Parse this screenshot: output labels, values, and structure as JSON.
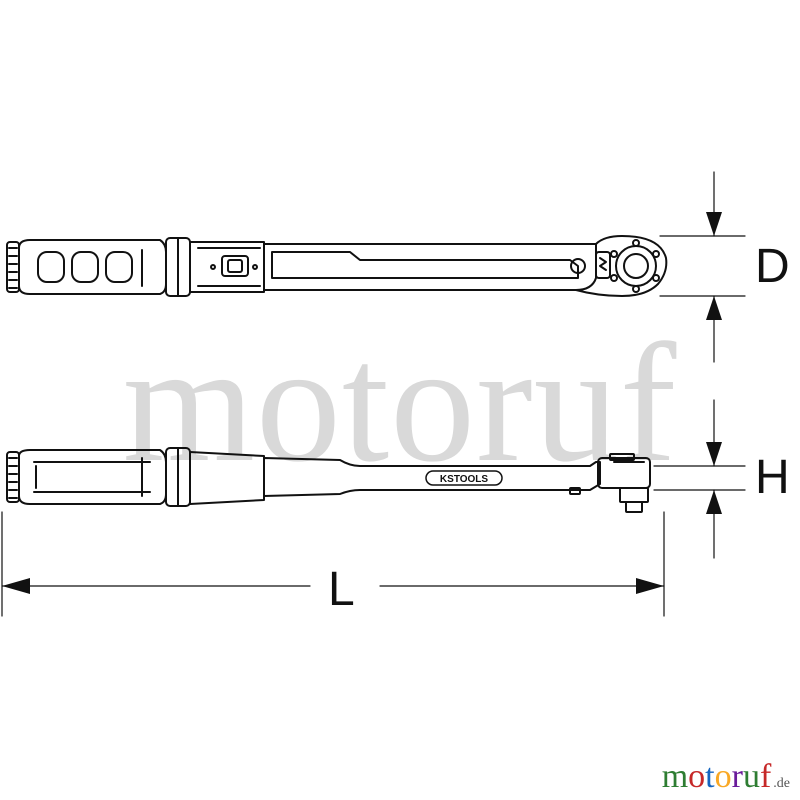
{
  "watermark": {
    "text": "motoruf"
  },
  "brand": {
    "letters": [
      {
        "ch": "m",
        "color": "#2e7d32"
      },
      {
        "ch": "o",
        "color": "#c62828"
      },
      {
        "ch": "t",
        "color": "#1565c0"
      },
      {
        "ch": "o",
        "color": "#f9a825"
      },
      {
        "ch": "r",
        "color": "#6a1b9a"
      },
      {
        "ch": "u",
        "color": "#2e7d32"
      },
      {
        "ch": "f",
        "color": "#c62828"
      }
    ],
    "tld": ".de"
  },
  "dimensions": {
    "d_label": "D",
    "h_label": "H",
    "l_label": "L"
  },
  "logo": {
    "text": "KSTOOLS"
  },
  "colors": {
    "line": "#111111",
    "watermark": "#d9d9d9"
  }
}
